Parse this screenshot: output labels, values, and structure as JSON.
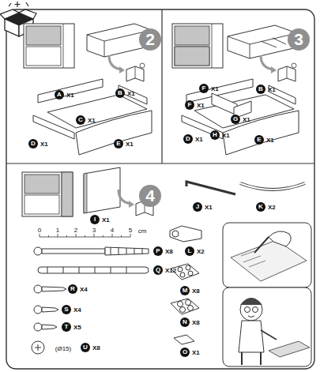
{
  "diagram": {
    "nodes": [
      {
        "text": [
          "2"
        ]
      },
      {
        "text": [
          "A",
          "X1"
        ],
        "in": 0
      },
      {
        "text": [
          "B",
          "X1"
        ],
        "in": 0
      },
      {
        "text": [
          "C",
          "X1"
        ],
        "in": 0
      },
      {
        "text": [
          "D",
          "X1"
        ],
        "in": 0
      },
      {
        "text": [
          "E",
          "X1"
        ],
        "in": 0
      },
      {
        "text": [
          "3"
        ]
      },
      {
        "text": [
          "F",
          "X1"
        ],
        "in": 6
      },
      {
        "text": [
          "B",
          "X1"
        ],
        "in": 6
      },
      {
        "text": [
          "F",
          "X1"
        ],
        "in": 6
      },
      {
        "text": [
          "G",
          "X1"
        ],
        "in": 6
      },
      {
        "text": [
          "H",
          "X1"
        ],
        "in": 6
      },
      {
        "text": [
          "D",
          "X1"
        ],
        "in": 6
      },
      {
        "text": [
          "E",
          "X1"
        ],
        "in": 6
      },
      {
        "text": [
          "4"
        ]
      },
      {
        "text": [
          "J",
          "X1"
        ],
        "in": 14
      },
      {
        "text": [
          "K",
          "X2"
        ],
        "in": 14
      },
      {
        "text": [
          "I",
          "X1"
        ],
        "in": 14
      },
      {
        "text": [
          "P",
          "X8"
        ],
        "in": 14
      },
      {
        "text": [
          "L",
          "X2"
        ],
        "in": 14
      },
      {
        "text": [
          "Q",
          "X12"
        ],
        "in": 14
      },
      {
        "text": [
          "R",
          "X4"
        ],
        "in": 14
      },
      {
        "text": [
          "M",
          "X8"
        ],
        "in": 14
      },
      {
        "text": [
          "S",
          "X4"
        ],
        "in": 14
      },
      {
        "text": [
          "N",
          "X8"
        ],
        "in": 14
      },
      {
        "text": [
          "T",
          "X5"
        ],
        "in": 14
      },
      {
        "text": [
          "U",
          "X8"
        ],
        "in": 14
      },
      {
        "text": [
          "O",
          "X1"
        ],
        "in": 14
      }
    ],
    "labels": [
      "0",
      "1",
      "2",
      "3",
      "4",
      "5",
      "cm",
      "(Ø15)"
    ]
  }
}
